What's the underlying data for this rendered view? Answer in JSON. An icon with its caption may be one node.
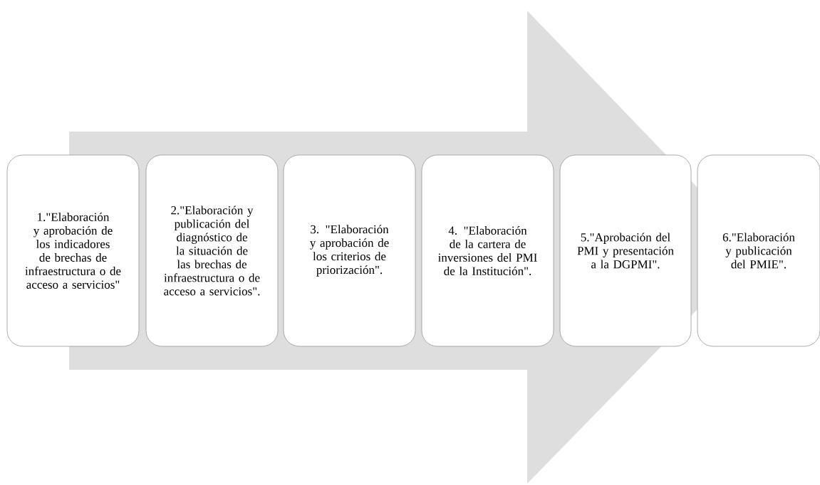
{
  "diagram": {
    "nodes": [
      {
        "text": [
          "1.\"Elaboración y aprobación de los indicadores de brechas de infraestructura o de acceso a servicios\""
        ]
      },
      {
        "text": [
          "2.\"Elaboración y publicación del diagnóstico de la situación de las brechas de infraestructura o de acceso a servicios\"."
        ]
      },
      {
        "text": [
          "3. \"Elaboración y aprobación de los criterios de priorización\"."
        ]
      },
      {
        "text": [
          "4. \"Elaboración de la cartera de inversiones del PMI de la Institución\"."
        ]
      },
      {
        "text": [
          "5.\"Aprobación del PMI y presentación a la DGPMI\"."
        ]
      },
      {
        "text": [
          "6.\"Elaboración y publicación del PMIE\"."
        ]
      }
    ],
    "edges": [
      {
        "from": 0,
        "to": 5,
        "arrow": "to"
      }
    ]
  }
}
